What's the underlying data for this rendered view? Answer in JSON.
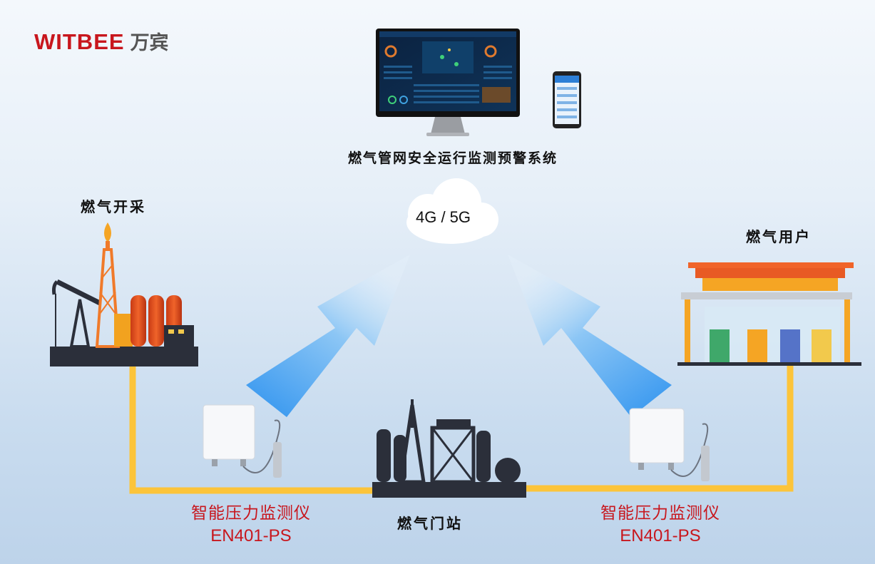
{
  "brand": {
    "name": "WITBEE",
    "cn_name": "万宾"
  },
  "system": {
    "title": "燃气管网安全运行监测预警系统"
  },
  "network": {
    "label": "4G / 5G"
  },
  "nodes": {
    "production": "燃气开采",
    "users": "燃气用户",
    "gate_station": "燃气门站"
  },
  "devices": [
    {
      "name": "智能压力监测仪",
      "model": "EN401-PS"
    },
    {
      "name": "智能压力监测仪",
      "model": "EN401-PS"
    }
  ],
  "colors": {
    "brand_red": "#c8161d",
    "pipe": "#fcc43a",
    "arrow_blue": "#3a9df0",
    "dark": "#2b2f3a"
  }
}
